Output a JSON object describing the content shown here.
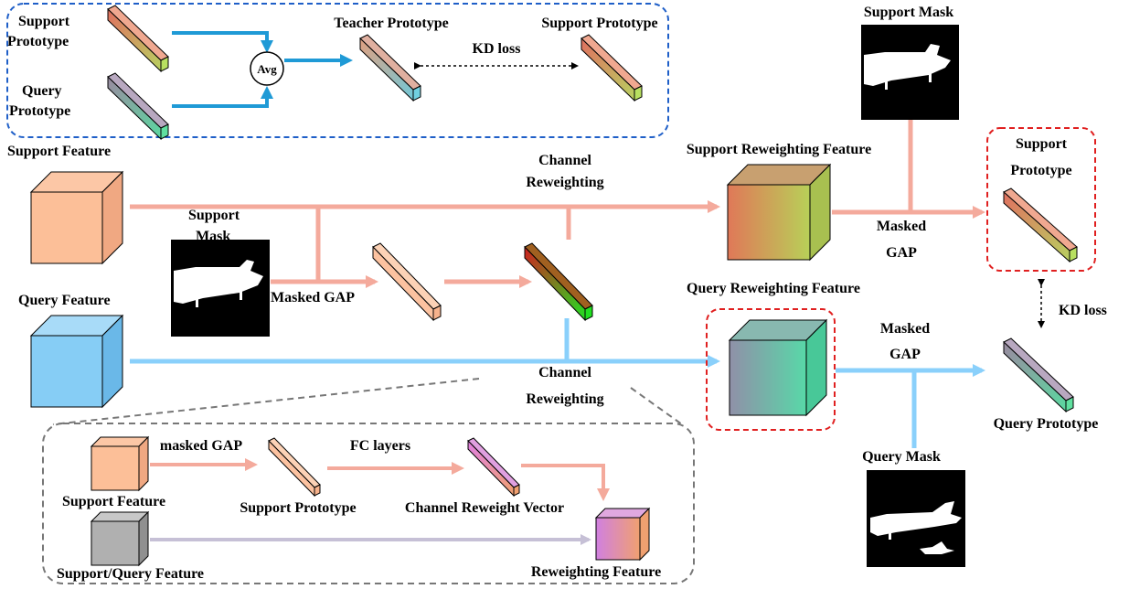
{
  "colors": {
    "support": "#f4aa9c",
    "query": "#8ad0fb",
    "kd_blue": "#1f9ad6",
    "inset_box": "#1f5fc8",
    "highlight_box": "#e02020",
    "gray_box": "#777777",
    "arrow_purple": "#c6c0d6"
  },
  "labels": {
    "support_feature": "Support Feature",
    "query_feature": "Query Feature",
    "support_mask_mid_line1": "Support",
    "support_mask_mid_line2": "Mask",
    "masked_gap_mid": "Masked GAP",
    "channel_reweighting_top_line1": "Channel",
    "channel_reweighting_top_line2": "Reweighting",
    "channel_reweighting_bottom_line1": "Channel",
    "channel_reweighting_bottom_line2": "Reweighting",
    "support_reweighting_feature": "Support Reweighting Feature",
    "query_reweighting_feature": "Query Reweighting Feature",
    "support_mask_top": "Support Mask",
    "query_mask": "Query Mask",
    "masked_gap_right_top_line1": "Masked",
    "masked_gap_right_top_line2": "GAP",
    "masked_gap_right_bottom_line1": "Masked",
    "masked_gap_right_bottom_line2": "GAP",
    "support_prototype_right_line1": "Support",
    "support_prototype_right_line2": "Prototype",
    "kd_loss_right": "KD loss",
    "query_prototype_right": "Query Prototype"
  },
  "top_inset": {
    "support_prototype_line1": "Support",
    "support_prototype_line2": "Prototype",
    "query_prototype_line1": "Query",
    "query_prototype_line2": "Prototype",
    "avg": "Avg",
    "teacher_prototype": "Teacher Prototype",
    "kd_loss": "KD loss",
    "support_prototype": "Support Prototype"
  },
  "bottom_inset": {
    "masked_gap": "masked GAP",
    "fc_layers": "FC layers",
    "support_feature": "Support Feature",
    "support_prototype": "Support Prototype",
    "channel_reweight_vector": "Channel Reweight Vector",
    "support_query_feature": "Support/Query Feature",
    "reweighting_feature": "Reweighting Feature"
  }
}
